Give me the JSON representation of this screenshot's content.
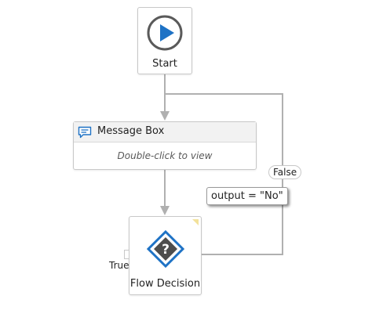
{
  "start": {
    "label": "Start",
    "icon": "play-circle-icon"
  },
  "message_box": {
    "title": "Message Box",
    "hint": "Double-click to view",
    "icon": "message-icon"
  },
  "decision": {
    "label": "Flow Decision",
    "icon": "question-diamond-icon",
    "true_label": "True",
    "false_label": "False",
    "condition": "output = \"No\""
  },
  "colors": {
    "accent": "#1e72c5",
    "connector": "#b0b0b0",
    "diamond_fill": "#4d4d4d"
  }
}
